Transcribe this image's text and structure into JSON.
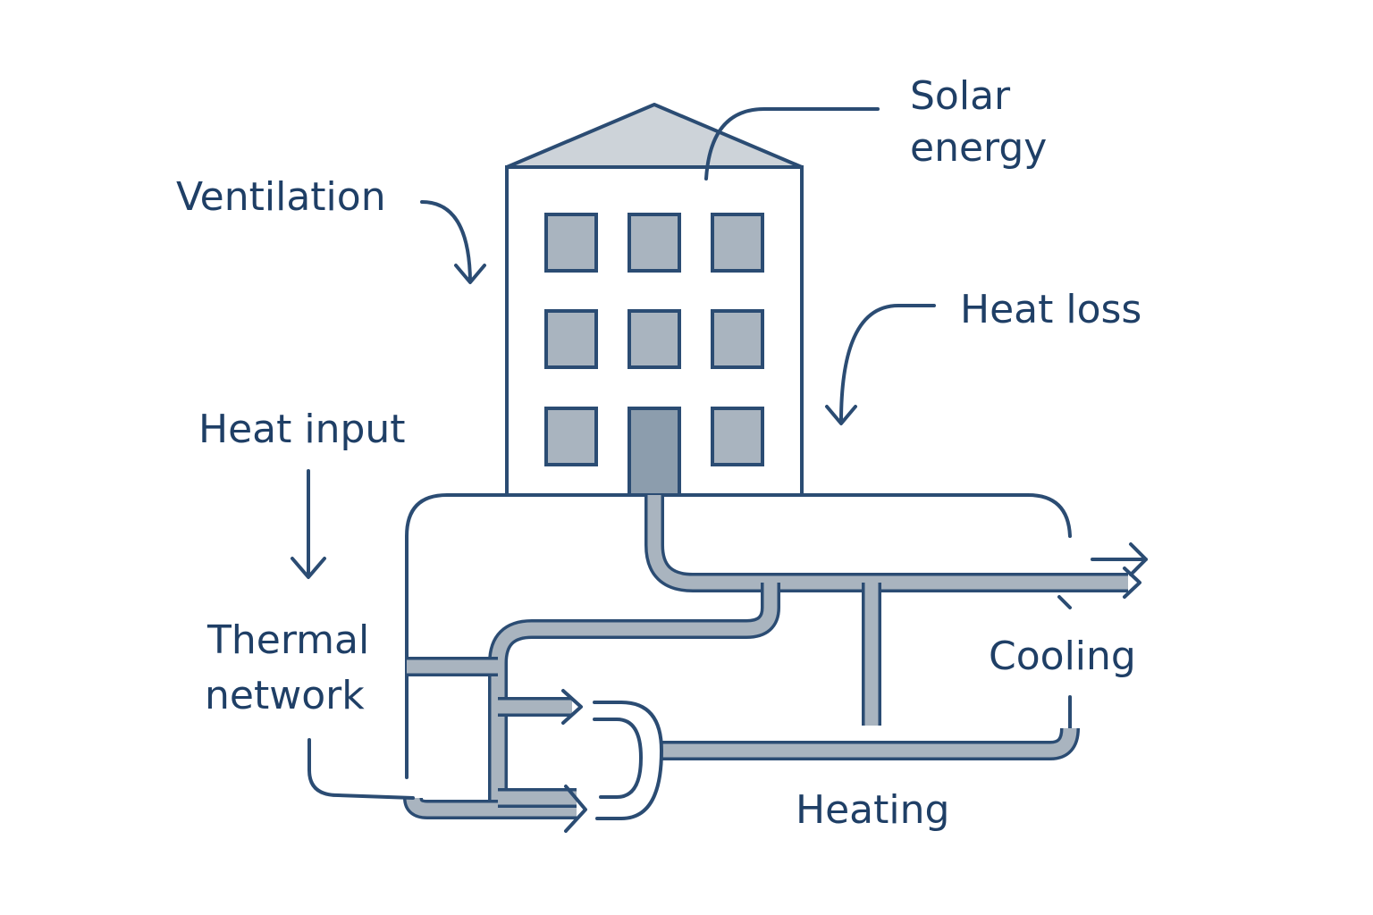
{
  "labels": {
    "solar": [
      "Solar",
      "energy"
    ],
    "ventilation": "Ventilation",
    "heat_loss": "Heat loss",
    "heat_input": "Heat input",
    "thermal": [
      "Thermal",
      "network"
    ],
    "cooling": "Cooling",
    "heating": "Heating"
  },
  "colors": {
    "ink": "#1f3f66",
    "line": "#2b4c73",
    "pipe": "#a9b4bf",
    "roof": "#cdd3d9",
    "door": "#8c9dad"
  },
  "icons": [
    "building-icon",
    "flow-arrow-icon",
    "pipe-network"
  ]
}
